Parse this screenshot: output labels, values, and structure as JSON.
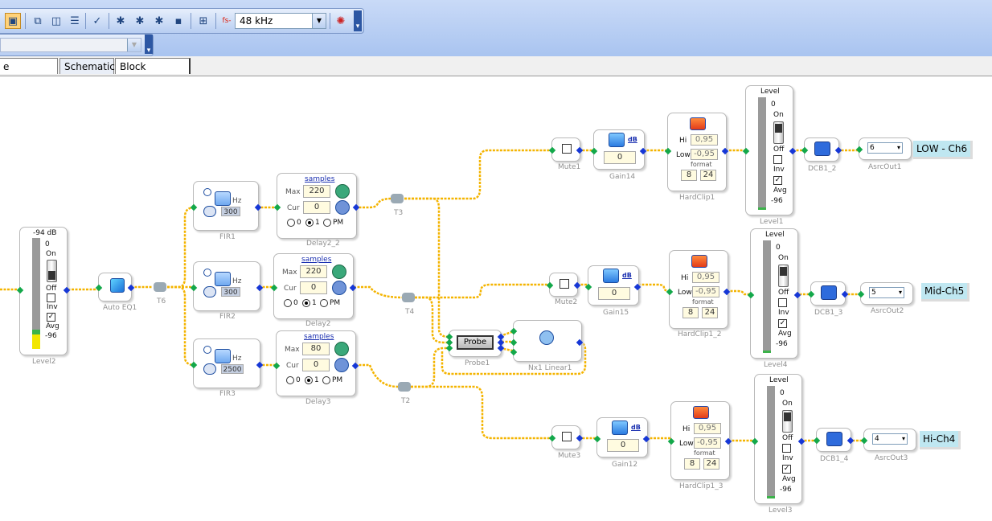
{
  "toolbar": {
    "sample_rate": "48 kHz",
    "fs_label": "fs-"
  },
  "tabs": [
    {
      "label": "e Configuration"
    },
    {
      "label": "Schematic"
    },
    {
      "label": "Block Schematic"
    }
  ],
  "level2": {
    "caption": "Level2",
    "db": "-94 dB",
    "zero": "0",
    "on": "On",
    "off": "Off",
    "inv": "Inv",
    "avg": "Avg",
    "min": "-96"
  },
  "autoeq": {
    "caption": "Auto EQ1"
  },
  "taps": {
    "t6": "T6",
    "t3": "T3",
    "t4": "T4",
    "t2": "T2"
  },
  "fir1": {
    "caption": "FIR1",
    "unit": "Hz",
    "value": "300"
  },
  "fir2": {
    "caption": "FIR2",
    "unit": "Hz",
    "value": "300"
  },
  "fir3": {
    "caption": "FIR3",
    "unit": "Hz",
    "value": "2500"
  },
  "delay2_2": {
    "caption": "Delay2_2",
    "link": "samples",
    "max_label": "Max",
    "max": "220",
    "cur_label": "Cur",
    "cur": "0",
    "r0": "0",
    "r1": "1",
    "rpm": "PM"
  },
  "delay2": {
    "caption": "Delay2",
    "link": "samples",
    "max_label": "Max",
    "max": "220",
    "cur_label": "Cur",
    "cur": "0",
    "r0": "0",
    "r1": "1",
    "rpm": "PM"
  },
  "delay3": {
    "caption": "Delay3",
    "link": "samples",
    "max_label": "Max",
    "max": "80",
    "cur_label": "Cur",
    "cur": "0",
    "r0": "0",
    "r1": "1",
    "rpm": "PM"
  },
  "probe": {
    "caption": "Probe1",
    "label": "Probe"
  },
  "nx1": {
    "caption": "Nx1 Linear1"
  },
  "mute1": {
    "caption": "Mute1"
  },
  "mute2": {
    "caption": "Mute2"
  },
  "mute3": {
    "caption": "Mute3"
  },
  "gain14": {
    "caption": "Gain14",
    "unit": "dB",
    "value": "0"
  },
  "gain15": {
    "caption": "Gain15",
    "unit": "dB",
    "value": "0"
  },
  "gain12": {
    "caption": "Gain12",
    "unit": "dB",
    "value": "0"
  },
  "hc1": {
    "caption": "HardClip1",
    "hi_label": "Hi",
    "hi": "0,95",
    "low_label": "Low",
    "low": "-0,95",
    "format": "format",
    "f1": "8",
    "f2": "24"
  },
  "hc2": {
    "caption": "HardClip1_2",
    "hi_label": "Hi",
    "hi": "0,95",
    "low_label": "Low",
    "low": "-0,95",
    "format": "format",
    "f1": "8",
    "f2": "24"
  },
  "hc3": {
    "caption": "HardClip1_3",
    "hi_label": "Hi",
    "hi": "0,95",
    "low_label": "Low",
    "low": "-0,95",
    "format": "format",
    "f1": "8",
    "f2": "24"
  },
  "level1": {
    "caption": "Level1",
    "title": "Level",
    "zero": "0",
    "on": "On",
    "off": "Off",
    "inv": "Inv",
    "avg": "Avg",
    "min": "-96"
  },
  "level4": {
    "caption": "Level4",
    "title": "Level",
    "zero": "0",
    "on": "On",
    "off": "Off",
    "inv": "Inv",
    "avg": "Avg",
    "min": "-96"
  },
  "level3": {
    "caption": "Level3",
    "title": "Level",
    "zero": "0",
    "on": "On",
    "off": "Off",
    "inv": "Inv",
    "avg": "Avg",
    "min": "-96"
  },
  "dcb1_2": {
    "caption": "DCB1_2"
  },
  "dcb1_3": {
    "caption": "DCB1_3"
  },
  "dcb1_4": {
    "caption": "DCB1_4"
  },
  "asrc1": {
    "caption": "AsrcOut1",
    "value": "6",
    "out_label": "LOW - Ch6"
  },
  "asrc2": {
    "caption": "AsrcOut2",
    "value": "5",
    "out_label": "Mid-Ch5"
  },
  "asrc3": {
    "caption": "AsrcOut3",
    "value": "4",
    "out_label": "Hi-Ch4"
  },
  "colors": {
    "wire": "#f4b400",
    "pin_in": "#13a84a",
    "pin_out": "#1637d6"
  }
}
